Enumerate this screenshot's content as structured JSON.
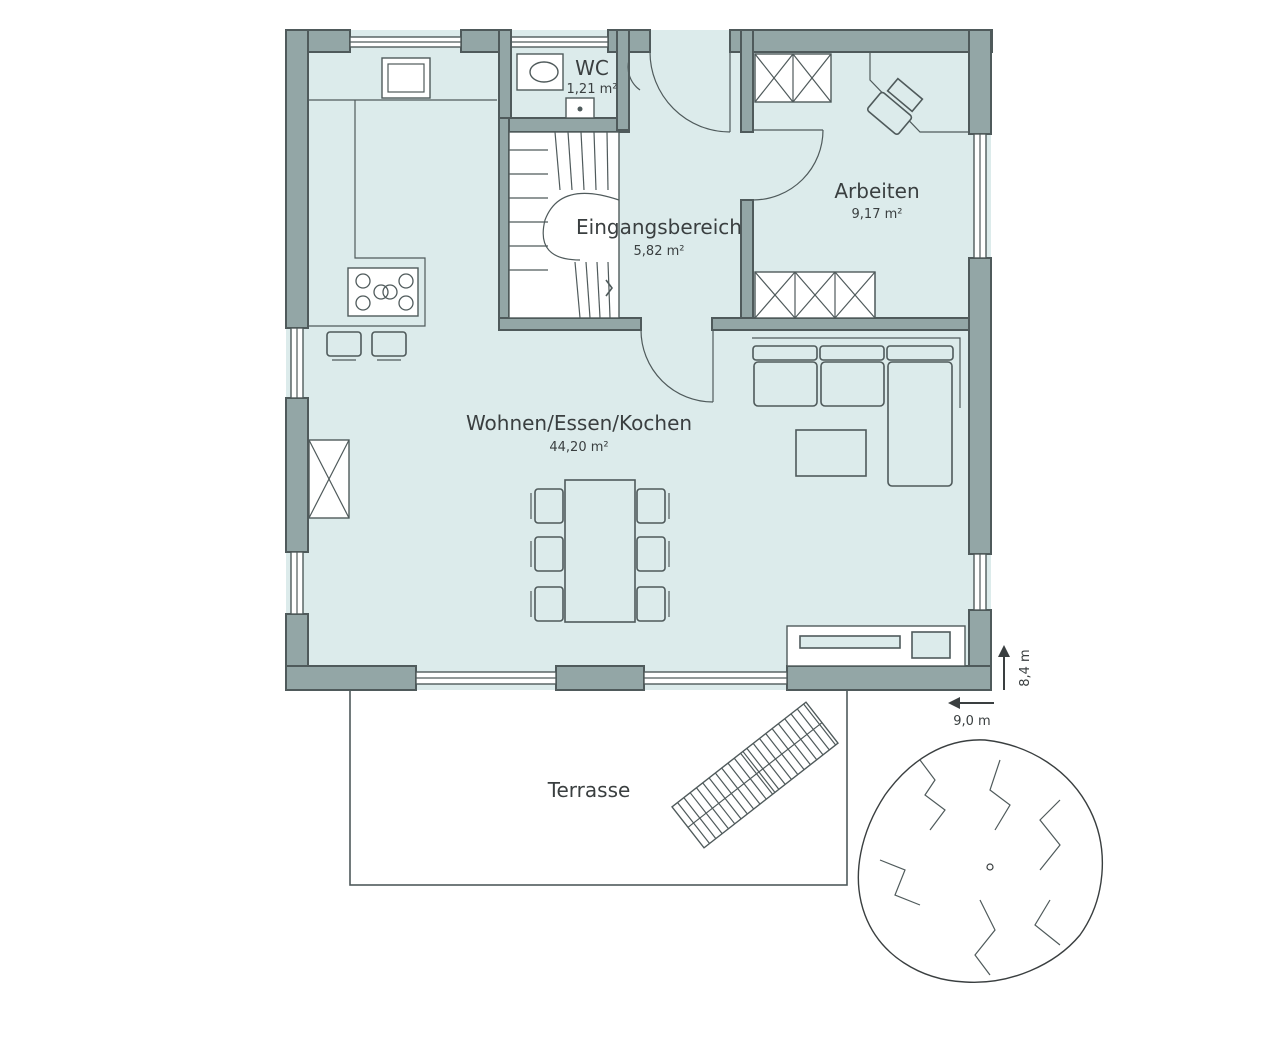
{
  "rooms": {
    "wc": {
      "name": "WC",
      "area": "1,21 m²"
    },
    "entrance": {
      "name": "Eingangsbereich",
      "area": "5,82 m²"
    },
    "office": {
      "name": "Arbeiten",
      "area": "9,17 m²"
    },
    "living": {
      "name": "Wohnen/Essen/Kochen",
      "area": "44,20 m²"
    },
    "terrace": {
      "name": "Terrasse"
    }
  },
  "dimensions": {
    "depth": "8,4 m",
    "width": "9,0 m"
  },
  "colors": {
    "floor": "#dcebeb",
    "wall": "#93a6a6",
    "line": "#4f5a5b"
  }
}
